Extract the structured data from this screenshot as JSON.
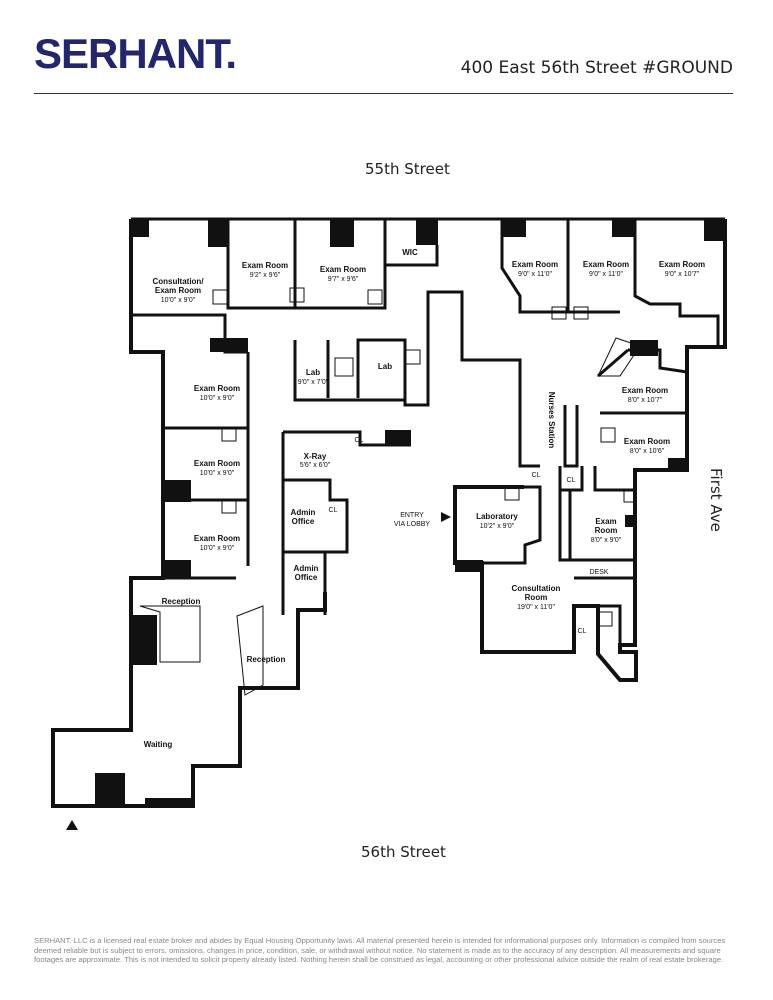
{
  "header": {
    "logo": "SERHANT.",
    "address": "400 East 56th Street #GROUND"
  },
  "streets": {
    "north": "55th Street",
    "south": "56th Street",
    "east": "First Ave"
  },
  "rooms": {
    "consult_exam": {
      "name1": "Consultation/",
      "name2": "Exam Room",
      "dim": "10'0\" x 9'0\""
    },
    "exam_a": {
      "name": "Exam Room",
      "dim": "9'2\" x 9'6\""
    },
    "exam_b": {
      "name": "Exam Room",
      "dim": "9'7\" x 9'6\""
    },
    "wic": {
      "name": "WIC"
    },
    "exam_c": {
      "name": "Exam Room",
      "dim": "9'0\" x 11'0\""
    },
    "exam_d": {
      "name": "Exam Room",
      "dim": "9'0\" x 11'0\""
    },
    "exam_e": {
      "name": "Exam Room",
      "dim": "9'0\" x 10'7\""
    },
    "exam_w1": {
      "name": "Exam Room",
      "dim": "10'0\" x 9'0\""
    },
    "exam_w2": {
      "name": "Exam Room",
      "dim": "10'0\" x 9'0\""
    },
    "exam_w3": {
      "name": "Exam Room",
      "dim": "10'0\" x 9'0\""
    },
    "lab_a": {
      "name": "Lab",
      "dim": "9'0\" x 7'0\""
    },
    "lab_b": {
      "name": "Lab"
    },
    "xray": {
      "name": "X-Ray",
      "dim": "5'6\" x 6'0\""
    },
    "admin_1": {
      "name1": "Admin",
      "name2": "Office"
    },
    "admin_2": {
      "name1": "Admin",
      "name2": "Office"
    },
    "nurses": {
      "name": "Nurses Station"
    },
    "exam_e1": {
      "name": "Exam Room",
      "dim": "8'0\" x 10'7\""
    },
    "exam_e2": {
      "name": "Exam Room",
      "dim": "8'0\" x 10'6\""
    },
    "exam_e3": {
      "name1": "Exam",
      "name2": "Room",
      "dim": "8'0\" x 9'0\""
    },
    "laboratory": {
      "name": "Laboratory",
      "dim": "10'2\" x 9'0\""
    },
    "consultation": {
      "name1": "Consultation",
      "name2": "Room",
      "dim": "19'0\" x 11'0\""
    },
    "reception_1": {
      "name": "Reception"
    },
    "reception_2": {
      "name": "Reception"
    },
    "waiting": {
      "name": "Waiting"
    }
  },
  "labels": {
    "cl1": "CL",
    "cl2": "CL",
    "cl3": "CL",
    "cl4": "CL",
    "cl5": "CL",
    "desk": "DESK",
    "entry1": "ENTRY",
    "entry2": "VIA LOBBY"
  },
  "footer": {
    "disclaimer": "SERHANT. LLC is a licensed real estate broker and abides by Equal Housing Opportunity laws. All material presented herein is intended for informational purposes only. Information is compiled from sources deemed reliable but is subject to errors, omissions, changes in price, condition, sale, or withdrawal without notice. No statement is made as to the accuracy of any description. All measurements and square footages are approximate. This is not intended to solicit property already listed. Nothing herein shall be construed as legal, accounting or other professional advice outside the realm of real estate brokerage."
  }
}
